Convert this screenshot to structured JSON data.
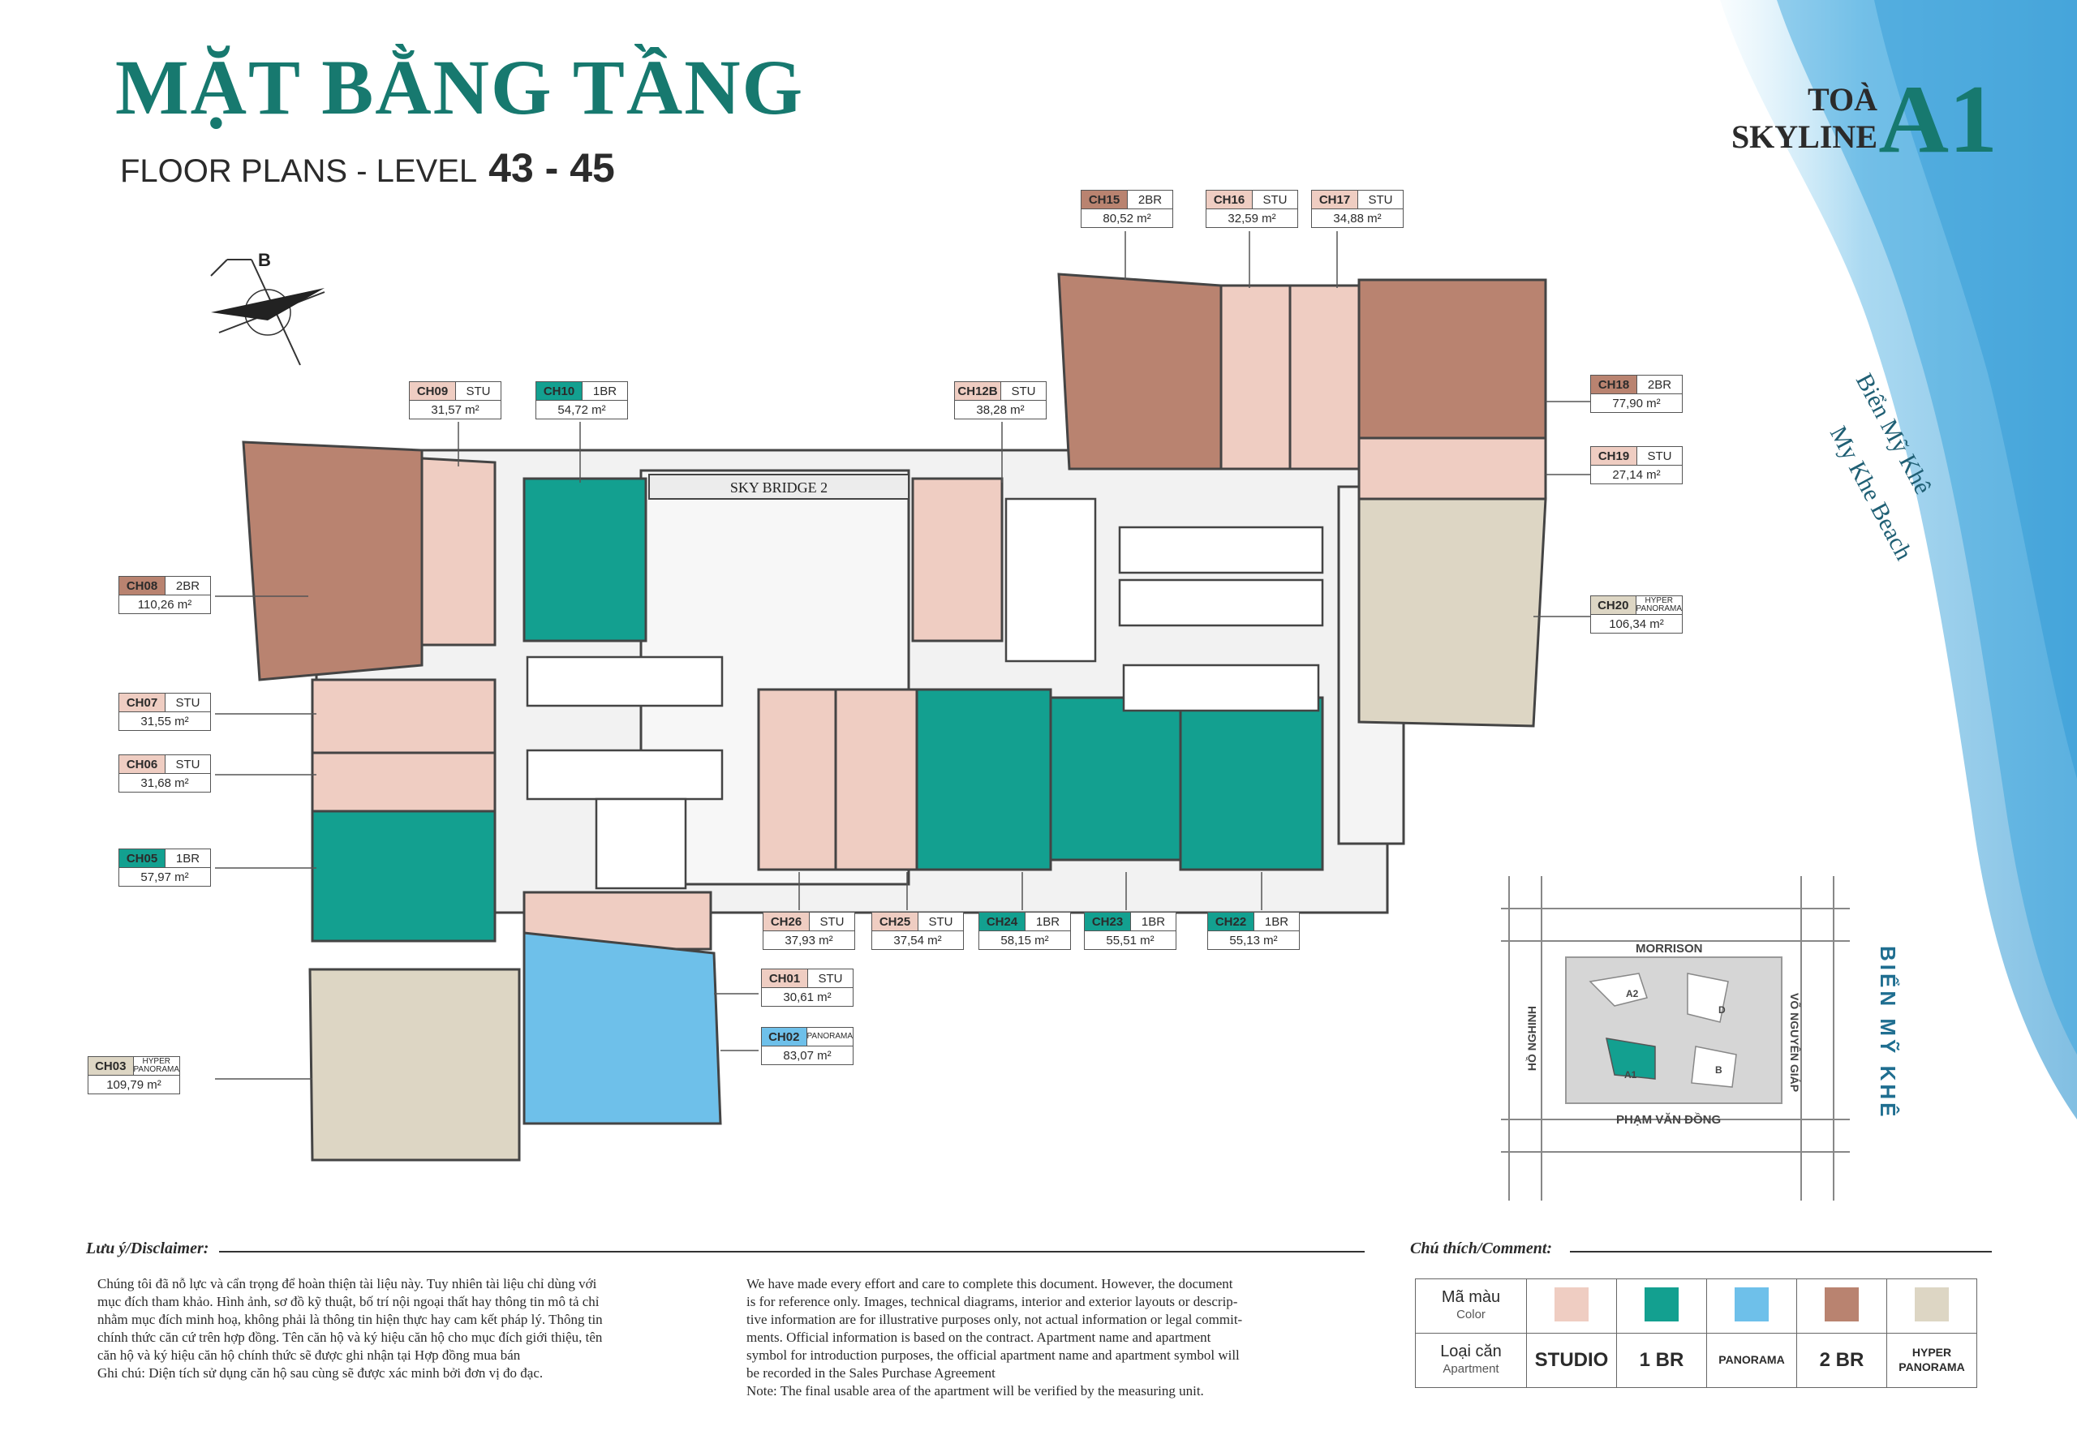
{
  "header": {
    "title": "MẶT BẰNG TẦNG",
    "subtitle": "FLOOR PLANS - LEVEL",
    "level": "43 - 45",
    "tower_prefix_1": "TOÀ",
    "tower_prefix_2": "SKYLINE",
    "tower_code": "A1"
  },
  "compass": {
    "label": "B"
  },
  "beach": {
    "vi": "Biển Mỹ Khê",
    "en": "My Khe Beach"
  },
  "sky_bridge": "SKY BRIDGE 2",
  "units": [
    {
      "code": "CH15",
      "type": "2BR",
      "area": "80,52 m²",
      "color": "#b98370"
    },
    {
      "code": "CH16",
      "type": "STU",
      "area": "32,59 m²",
      "color": "#efcdc2"
    },
    {
      "code": "CH17",
      "type": "STU",
      "area": "34,88 m²",
      "color": "#efcdc2"
    },
    {
      "code": "CH09",
      "type": "STU",
      "area": "31,57 m²",
      "color": "#efcdc2"
    },
    {
      "code": "CH10",
      "type": "1BR",
      "area": "54,72 m²",
      "color": "#13a090"
    },
    {
      "code": "CH12B",
      "type": "STU",
      "area": "38,28 m²",
      "color": "#efcdc2"
    },
    {
      "code": "CH18",
      "type": "2BR",
      "area": "77,90 m²",
      "color": "#b98370"
    },
    {
      "code": "CH19",
      "type": "STU",
      "area": "27,14 m²",
      "color": "#efcdc2"
    },
    {
      "code": "CH08",
      "type": "2BR",
      "area": "110,26 m²",
      "color": "#b98370"
    },
    {
      "code": "CH20",
      "type": "HYPER PANORAMA",
      "area": "106,34 m²",
      "color": "#ddd6c4"
    },
    {
      "code": "CH07",
      "type": "STU",
      "area": "31,55 m²",
      "color": "#efcdc2"
    },
    {
      "code": "CH06",
      "type": "STU",
      "area": "31,68 m²",
      "color": "#efcdc2"
    },
    {
      "code": "CH05",
      "type": "1BR",
      "area": "57,97 m²",
      "color": "#13a090"
    },
    {
      "code": "CH26",
      "type": "STU",
      "area": "37,93 m²",
      "color": "#efcdc2"
    },
    {
      "code": "CH25",
      "type": "STU",
      "area": "37,54 m²",
      "color": "#efcdc2"
    },
    {
      "code": "CH24",
      "type": "1BR",
      "area": "58,15 m²",
      "color": "#13a090"
    },
    {
      "code": "CH23",
      "type": "1BR",
      "area": "55,51 m²",
      "color": "#13a090"
    },
    {
      "code": "CH22",
      "type": "1BR",
      "area": "55,13 m²",
      "color": "#13a090"
    },
    {
      "code": "CH01",
      "type": "STU",
      "area": "30,61 m²",
      "color": "#efcdc2"
    },
    {
      "code": "CH02",
      "type": "PANORAMA",
      "area": "83,07 m²",
      "color": "#6ec0ea"
    },
    {
      "code": "CH03",
      "type": "HYPER PANORAMA",
      "area": "109,79 m²",
      "color": "#ddd6c4"
    }
  ],
  "site_map": {
    "streets": [
      "MORRISON",
      "VÕ NGUYÊN GIÁP",
      "PHẠM VĂN ĐỒNG",
      "HỒ NGHINH"
    ],
    "blocks": [
      "A2",
      "D",
      "A1",
      "B"
    ],
    "sea_label": "BIỂN MỸ KHÊ"
  },
  "disclaimer": {
    "title": "Lưu ý/Disclaimer:",
    "vi_lines": [
      "Chúng tôi đã nỗ lực và cẩn trọng để hoàn thiện tài liệu này. Tuy nhiên tài liệu chỉ dùng với",
      "mục đích tham khảo. Hình ảnh, sơ đồ kỹ thuật, bố trí nội ngoại thất hay thông tin mô tả chỉ",
      "nhằm mục đích minh hoạ, không phải là thông tin hiện thực hay cam kết pháp lý. Thông tin",
      "chính thức căn cứ trên hợp đồng. Tên căn hộ và ký hiệu căn hộ cho mục đích giới thiệu, tên",
      "căn hộ và ký hiệu căn hộ chính thức sẽ được ghi nhận tại Hợp đồng mua bán",
      "Ghi chú: Diện tích sử dụng căn hộ sau cùng sẽ được xác minh bởi đơn vị đo đạc."
    ],
    "en_lines": [
      "We have made every effort and care to complete this document. However, the document",
      "is for reference only. Images, technical diagrams, interior and exterior layouts or descrip-",
      "tive information are for illustrative purposes only, not actual information or legal commit-",
      "ments. Official information is based on the contract. Apartment name and apartment",
      "symbol for introduction purposes, the official apartment name and apartment symbol will",
      "be recorded in the Sales Purchase Agreement",
      "Note: The final usable area of the apartment will be verified by the measuring unit."
    ]
  },
  "legend": {
    "title": "Chú thích/Comment:",
    "color_label_vi": "Mã màu",
    "color_label_en": "Color",
    "type_label_vi": "Loại căn",
    "type_label_en": "Apartment",
    "items": [
      {
        "label": "STUDIO",
        "color": "#efcdc2"
      },
      {
        "label": "1 BR",
        "color": "#13a090"
      },
      {
        "label": "PANORAMA",
        "color": "#6ec0ea"
      },
      {
        "label": "2 BR",
        "color": "#b98370"
      },
      {
        "label": "HYPER PANORAMA",
        "color": "#ddd6c4"
      }
    ]
  }
}
